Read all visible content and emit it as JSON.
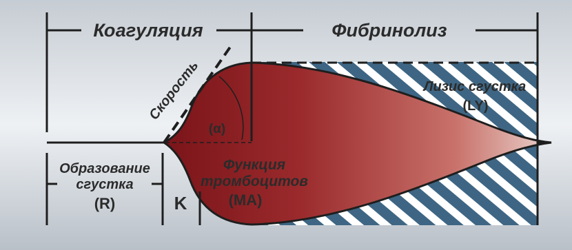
{
  "diagram": {
    "coagulation_label": "Коагуляция",
    "fibrinolysis_label": "Фибринолиз",
    "speed_label": "Скорость",
    "alpha_label": "(α)",
    "lysis_label": "Лизис сгустка",
    "lysis_code": "(LY)",
    "clot_formation_line1": "Образование",
    "clot_formation_line2": "сгустка",
    "clot_formation_code": "(R)",
    "k_label": "K",
    "platelet_line1": "Функция",
    "platelet_line2": "тромбоцитов",
    "platelet_code": "(MA)"
  },
  "colors": {
    "curve_dark": "#7a1419",
    "curve_light": "#e8c9c4",
    "hatch_fill": "#3e6684",
    "hatch_stripe": "#ffffff",
    "line": "#1e1e1e",
    "text_dark": "#2b2b2b",
    "text_light": "#ffffff"
  }
}
